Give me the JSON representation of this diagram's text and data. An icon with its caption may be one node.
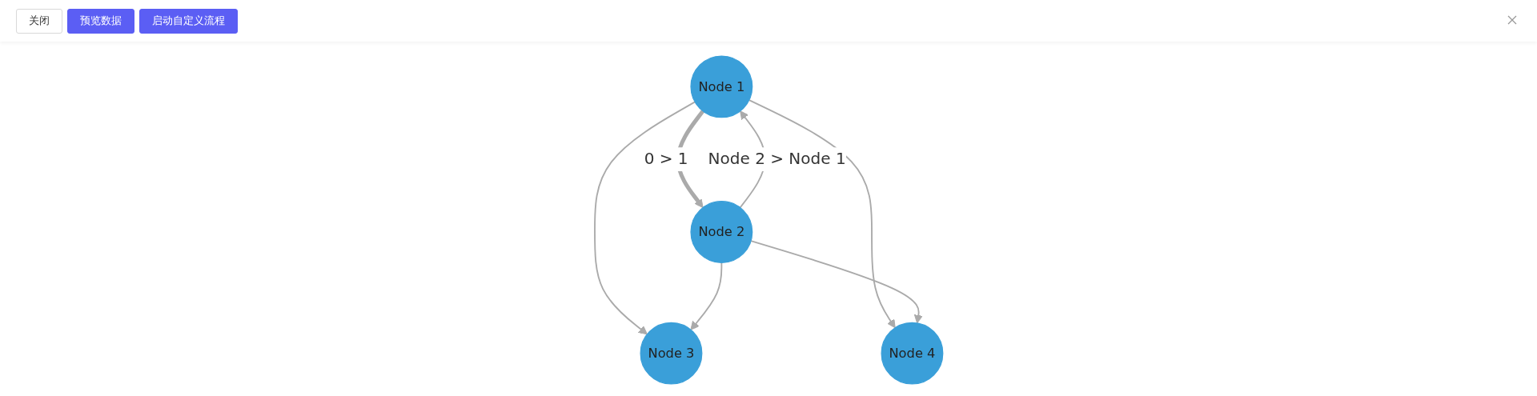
{
  "diagram": {
    "nodes": [
      {
        "text": [
          "Node 3"
        ]
      },
      {
        "text": [
          "Node 1"
        ]
      },
      {
        "text": [
          "Node 2"
        ]
      },
      {
        "text": [
          "Node 4"
        ]
      }
    ],
    "edges": [
      {
        "from": 1,
        "to": 0,
        "arrow": "to"
      },
      {
        "from": 2,
        "to": 0,
        "arrow": "to"
      },
      {
        "from": 1,
        "to": 3,
        "arrow": "to"
      },
      {
        "from": 2,
        "to": 3,
        "arrow": "to"
      },
      {
        "from": 1,
        "to": 2,
        "arrow": "to",
        "label": "0 > 1",
        "style": "thick"
      },
      {
        "from": 2,
        "to": 1,
        "arrow": "to",
        "label": "Node 2 > Node 1"
      }
    ],
    "labels": [
      "关闭",
      "预览数据",
      "启动自定义流程"
    ]
  }
}
